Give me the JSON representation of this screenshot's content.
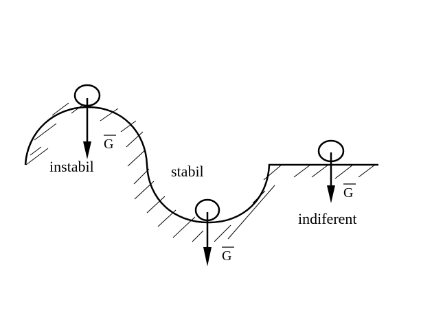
{
  "labels": {
    "unstable": "instabil",
    "stable": "stabil",
    "neutral": "indiferent"
  },
  "force_symbol": "G",
  "colors": {
    "stroke": "#000000",
    "background": "#ffffff"
  }
}
